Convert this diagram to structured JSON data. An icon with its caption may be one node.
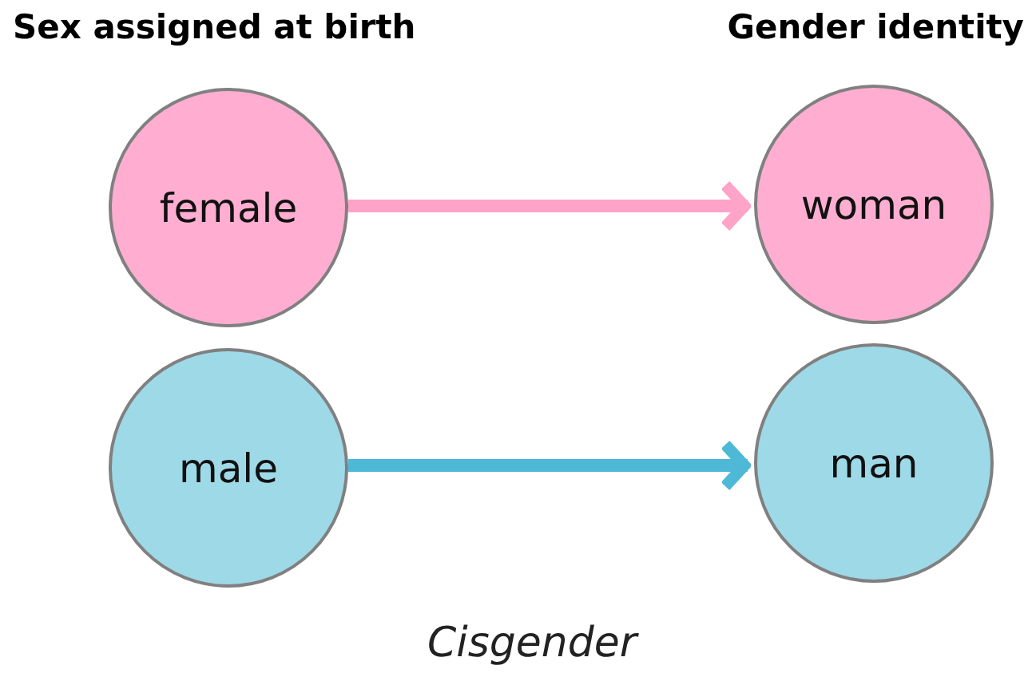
{
  "diagram": {
    "caption": "Cisgender",
    "nodes": [
      {
        "text": [
          "female"
        ]
      },
      {
        "text": [
          "woman"
        ]
      },
      {
        "text": [
          "male"
        ]
      },
      {
        "text": [
          "man"
        ]
      }
    ],
    "edges": [
      {
        "from": 0,
        "to": 1,
        "arrow": "to",
        "color": "#ffa3c8"
      },
      {
        "from": 2,
        "to": 3,
        "arrow": "to",
        "color": "#4db9d6"
      }
    ],
    "labels": [
      "Sex assigned at birth",
      "Gender identity"
    ]
  }
}
